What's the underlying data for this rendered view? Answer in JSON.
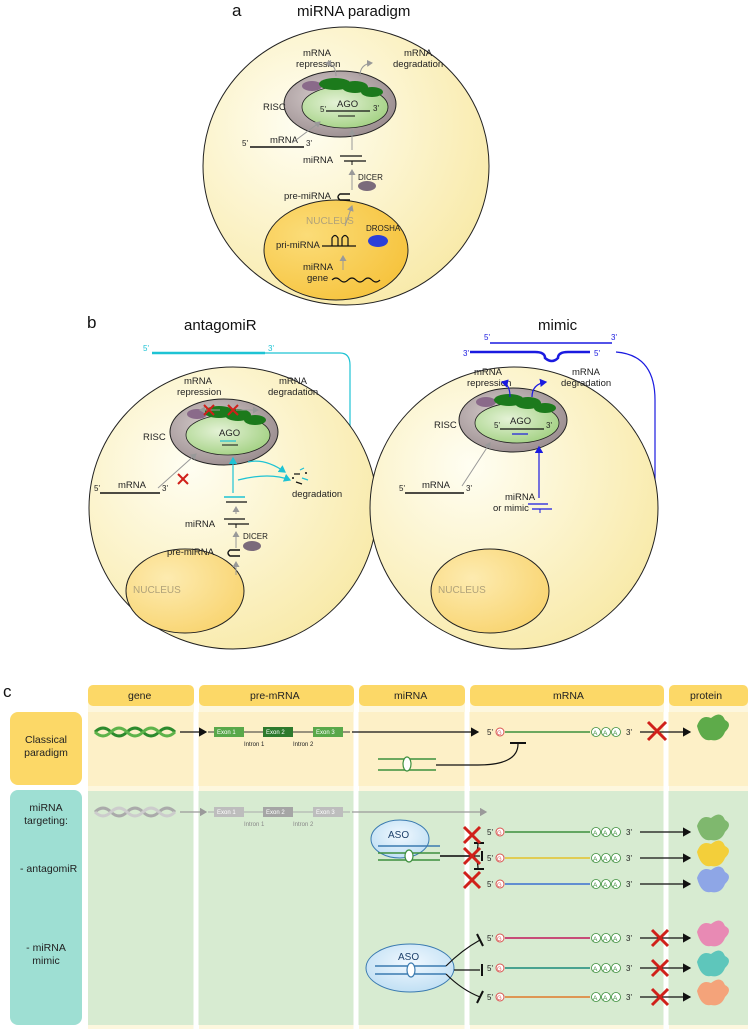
{
  "panel_a": {
    "letter": "a",
    "title": "miRNA paradigm",
    "labels": {
      "mrna_repression": [
        "mRNA",
        "repression"
      ],
      "mrna_degradation": [
        "mRNA",
        "degradation"
      ],
      "risc": "RISC",
      "ago": "AGO",
      "mrna": "mRNA",
      "mirna": "miRNA",
      "dicer": "DICER",
      "pre_mirna": "pre-miRNA",
      "nucleus": "NUCLEUS",
      "pri_mirna": "pri-miRNA",
      "drosha": "DROSHA",
      "mirna_gene": [
        "miRNA",
        "gene"
      ],
      "five": "5'",
      "three": "3'"
    }
  },
  "panel_b": {
    "letter": "b",
    "antagomir": {
      "title": "antagomiR",
      "five": "5'",
      "three": "3'",
      "degradation": "degradation"
    },
    "mimic": {
      "title": "mimic",
      "five": "5'",
      "three": "3'",
      "mirna_or_mimic": [
        "miRNA",
        "or mimic"
      ]
    }
  },
  "panel_c": {
    "letter": "c",
    "headers": [
      "gene",
      "pre-mRNA",
      "miRNA",
      "mRNA",
      "protein"
    ],
    "row1_label": [
      "Classical",
      "paradigm"
    ],
    "row2_label": [
      "miRNA",
      "targeting:",
      "- antagomiR",
      "- miRNA",
      "mimic"
    ],
    "exons": [
      "Exon 1",
      "Exon 2",
      "Exon 3"
    ],
    "introns": [
      "Intron 1",
      "Intron 2"
    ],
    "aso": "ASO",
    "g": "G",
    "a": "A",
    "five": "5'",
    "three": "3'"
  },
  "colors": {
    "cell_fill": "#fbf3c6",
    "nucleus_fill": "#f9cf57",
    "header_tab": "#fcd867",
    "row1_bg": "#fdf3d1",
    "row2_bg": "#d9ecd2",
    "row2_label": "#9edfd3",
    "ago_green": "#1c7a1c",
    "risc_purple": "#8b7b8b",
    "antagomir_cyan": "#1ec3d4",
    "mimic_blue": "#1a1ae0",
    "cross_red": "#d0201a"
  },
  "icons": [
    "red-x-icon",
    "dna-helix-icon",
    "hairpin-icon",
    "dicer-icon",
    "drosha-icon"
  ]
}
